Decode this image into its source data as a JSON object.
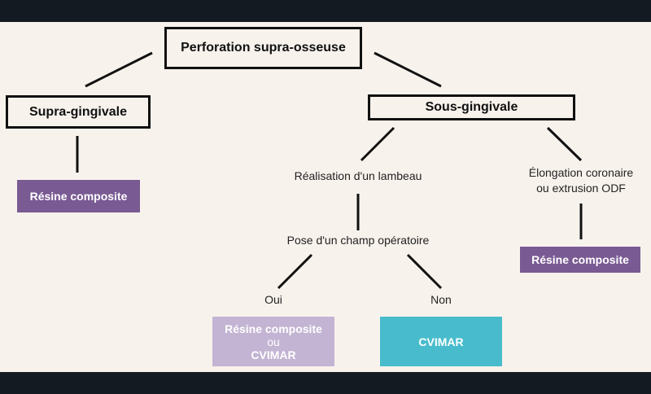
{
  "root": {
    "label": "Perforation supra-osseuse"
  },
  "branches": {
    "supra": {
      "label": "Supra-gingivale",
      "result": "Résine composite"
    },
    "sous": {
      "label": "Sous-gingivale",
      "left_step": "Réalisation d'un lambeau",
      "question": "Pose d'un champ opératoire",
      "yes_label": "Oui",
      "no_label": "Non",
      "yes_result": {
        "line1": "Résine composite",
        "line2": "ou",
        "line3": "CVIMAR"
      },
      "no_result": "CVIMAR",
      "right_step": {
        "line1": "Élongation coronaire",
        "line2": "ou extrusion ODF"
      },
      "right_result": "Résine composite"
    }
  },
  "colors": {
    "purple": "#7a5a93",
    "lilac": "#c3b4d3",
    "teal": "#48bccc",
    "background": "#f8f2ec",
    "frame": "#141a21"
  }
}
